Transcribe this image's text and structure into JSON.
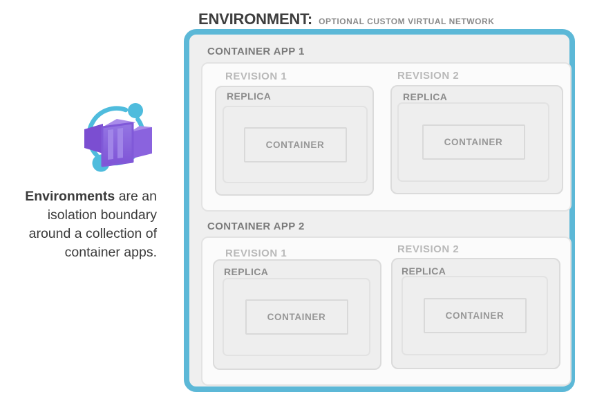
{
  "header": {
    "title": "ENVIRONMENT:",
    "subtitle": "OPTIONAL CUSTOM VIRTUAL NETWORK"
  },
  "sidebar": {
    "icon": "azure-container-apps-logo",
    "description": {
      "bold": "Environments",
      "rest": " are an isolation boundary around a collection of container apps."
    }
  },
  "environment": {
    "apps": [
      {
        "label": "CONTAINER APP 1",
        "revisions": [
          {
            "label": "REVISION 1",
            "replica_label": "REPLICA",
            "container_label": "CONTAINER"
          },
          {
            "label": "REVISION 2",
            "replica_label": "REPLICA",
            "container_label": "CONTAINER"
          }
        ]
      },
      {
        "label": "CONTAINER APP 2",
        "revisions": [
          {
            "label": "REVISION 1",
            "replica_label": "REPLICA",
            "container_label": "CONTAINER"
          },
          {
            "label": "REVISION 2",
            "replica_label": "REPLICA",
            "container_label": "CONTAINER"
          }
        ]
      }
    ]
  },
  "colors": {
    "env_border": "#5CB8D7",
    "env_bg": "#EFEFEF",
    "panel_gray": "#EEEEEE",
    "icon_blue": "#4FBCDD",
    "icon_purple_mid": "#8A63DE",
    "icon_purple_dark": "#7B4ED1",
    "icon_purple_light": "#A98CEA"
  }
}
